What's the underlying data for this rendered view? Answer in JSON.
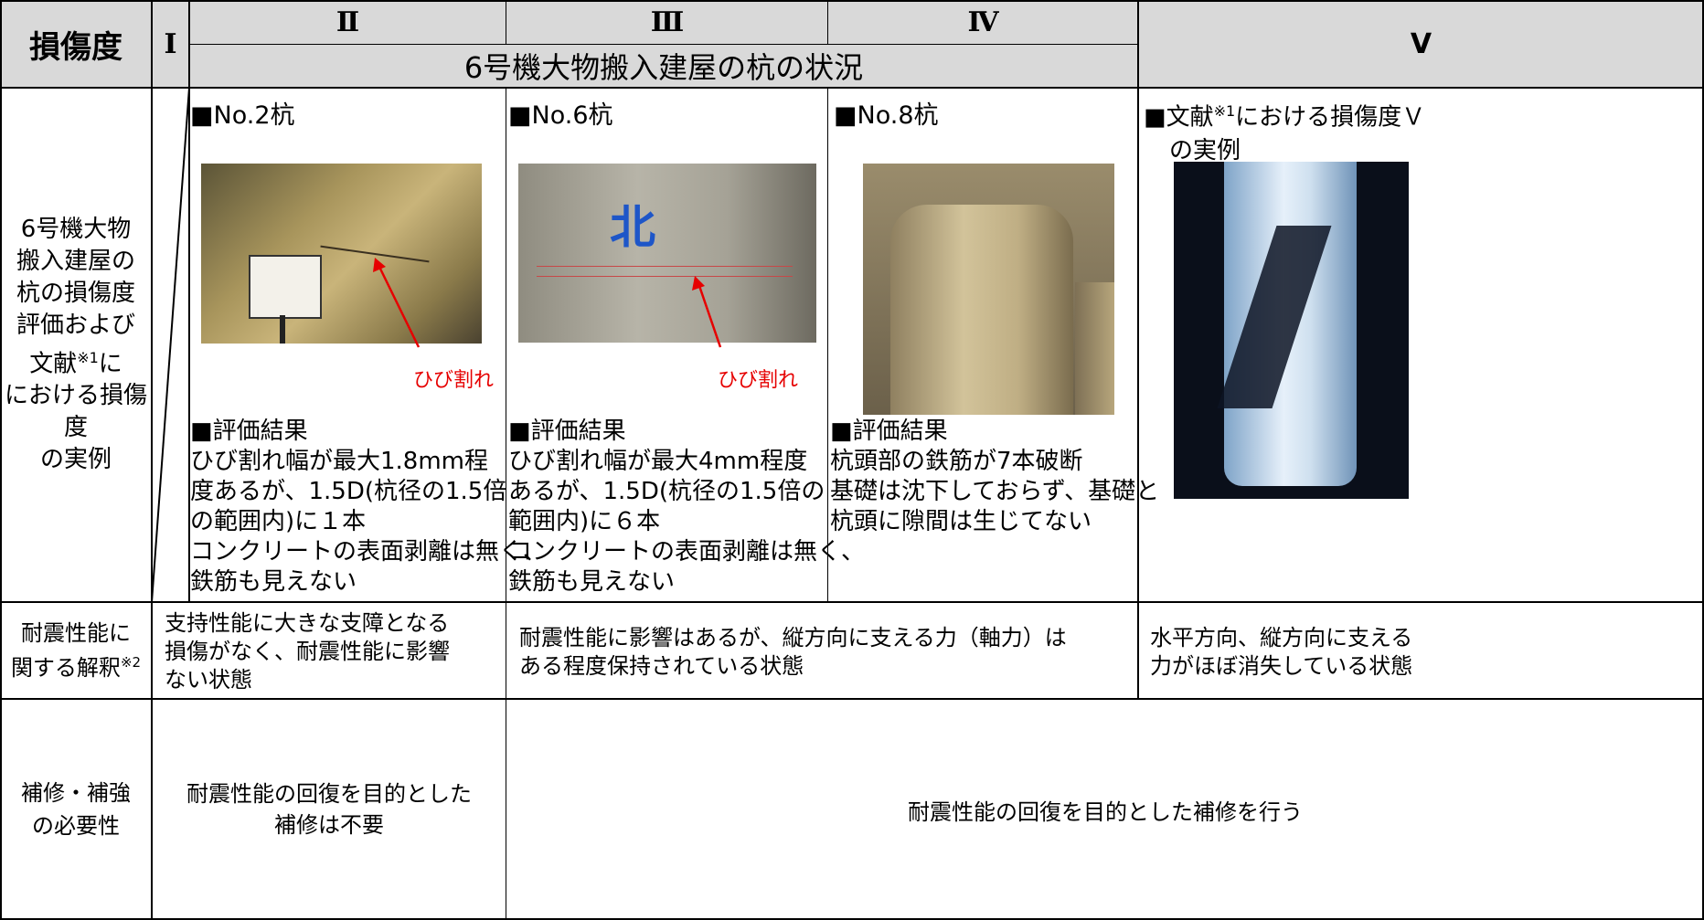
{
  "header": {
    "damage_label": "損傷度",
    "grade_1": "Ⅰ",
    "grade_2": "Ⅱ",
    "grade_3": "Ⅲ",
    "grade_4": "Ⅳ",
    "grade_5": "Ⅴ",
    "building_status": "6号機大物搬入建屋の杭の状況"
  },
  "row_labels": {
    "evaluation": [
      "6号機大物",
      "搬入建屋の",
      "杭の損傷度",
      "評価および",
      "文献",
      "における損傷度",
      "の実例"
    ],
    "evaluation_sup": "※1",
    "evaluation_tail": "に",
    "seismic_line1": "耐震性能に",
    "seismic_line2": "関する解釈",
    "seismic_sup": "※2",
    "repair_line1": "補修・補強",
    "repair_line2": "の必要性"
  },
  "piles": [
    {
      "title": "■No.2杭",
      "crack_label": "ひび割れ",
      "result_title": "■評価結果",
      "result_lines": [
        "ひび割れ幅が最大1.8mm程",
        "度あるが、1.5D(杭径の1.5倍",
        "の範囲内)に１本",
        "コンクリートの表面剥離は無く、",
        "鉄筋も見えない"
      ]
    },
    {
      "title": "■No.6杭",
      "crack_label": "ひび割れ",
      "result_title": "■評価結果",
      "result_lines": [
        "ひび割れ幅が最大4mm程度",
        "あるが、1.5D(杭径の1.5倍の",
        "範囲内)に６本",
        "コンクリートの表面剥離は無く、",
        "鉄筋も見えない"
      ]
    },
    {
      "title": "■No.8杭",
      "result_title": "■評価結果",
      "result_lines": [
        "杭頭部の鉄筋が7本破断",
        "基礎は沈下しておらず、基礎と",
        "杭頭に隙間は生じてない"
      ]
    }
  ],
  "literature": {
    "title_prefix": "■文献",
    "title_sup": "※1",
    "title_suffix": "における損傷度Ｖ",
    "title_line2": "の実例"
  },
  "seismic": {
    "grade_1_2": [
      "支持性能に大きな支障となる",
      "損傷がなく、耐震性能に影響",
      "ない状態"
    ],
    "grade_3_4": [
      "耐震性能に影響はあるが、縦方向に支える力（軸力）は",
      "ある程度保持されている状態"
    ],
    "grade_5": [
      "水平方向、縦方向に支える",
      "力がほぼ消失している状態"
    ]
  },
  "repair": {
    "grade_1_2": [
      "耐震性能の回復を目的とした",
      "補修は不要"
    ],
    "grade_3_5": "耐震性能の回復を目的とした補修を行う"
  },
  "colors": {
    "header_bg": "#d9d9d9",
    "crack_label": "#e60000",
    "arrow": "#e60000"
  }
}
